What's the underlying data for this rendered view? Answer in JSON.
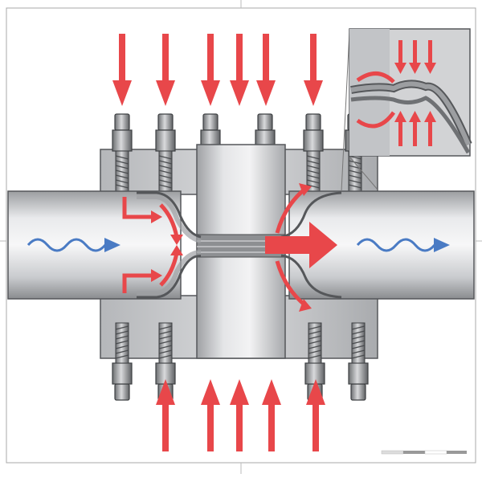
{
  "diagram": {
    "subject": "flanged-pipe-joint-cross-section",
    "colors": {
      "pressure_arrow": "#e8474a",
      "flow_arrow": "#4a7bc4",
      "metal_light": "#e2e3e5",
      "metal_mid": "#b9bbbe",
      "metal_dark": "#6f7174",
      "frame": "#9a9a9a"
    },
    "icons": [
      "pressure-arrow",
      "flow-arrow",
      "bolt",
      "nut",
      "gasket",
      "detail-inset"
    ]
  }
}
